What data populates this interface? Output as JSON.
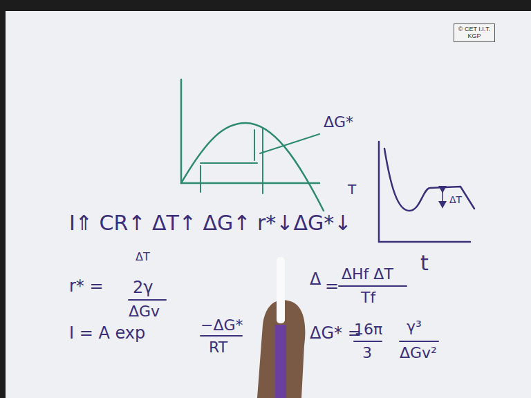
{
  "diagram": {
    "nodes": [
      {
        "text": [
          "© CET I.I.T. KGP"
        ]
      }
    ],
    "labels": [
      "I⇑ CR↑ ΔT↑ ΔG↑ r*↓ΔG*↓",
      "ΔG*",
      "T",
      "ΔT",
      "t",
      "ΔT",
      "r* =",
      "2γ",
      "ΔGv",
      "Δ",
      "=",
      "ΔHf ΔT",
      "Tf",
      "I = A exp",
      "−ΔG*",
      "RT",
      "ΔG* =",
      "16π",
      "3",
      "γ³",
      "ΔGv²"
    ]
  }
}
